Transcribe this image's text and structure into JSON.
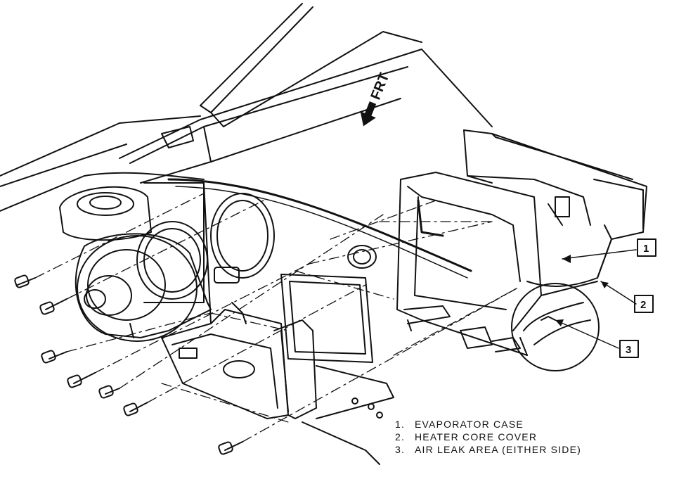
{
  "direction_marker": {
    "text": "FRT"
  },
  "callouts": [
    {
      "number": "1"
    },
    {
      "number": "2"
    },
    {
      "number": "3"
    }
  ],
  "legend": {
    "items": [
      {
        "number": "1.",
        "text": "EVAPORATOR CASE"
      },
      {
        "number": "2.",
        "text": "HEATER CORE COVER"
      },
      {
        "number": "3.",
        "text": "AIR LEAK AREA (EITHER SIDE)"
      }
    ]
  },
  "colors": {
    "ink": "#111111",
    "paper": "#ffffff"
  }
}
